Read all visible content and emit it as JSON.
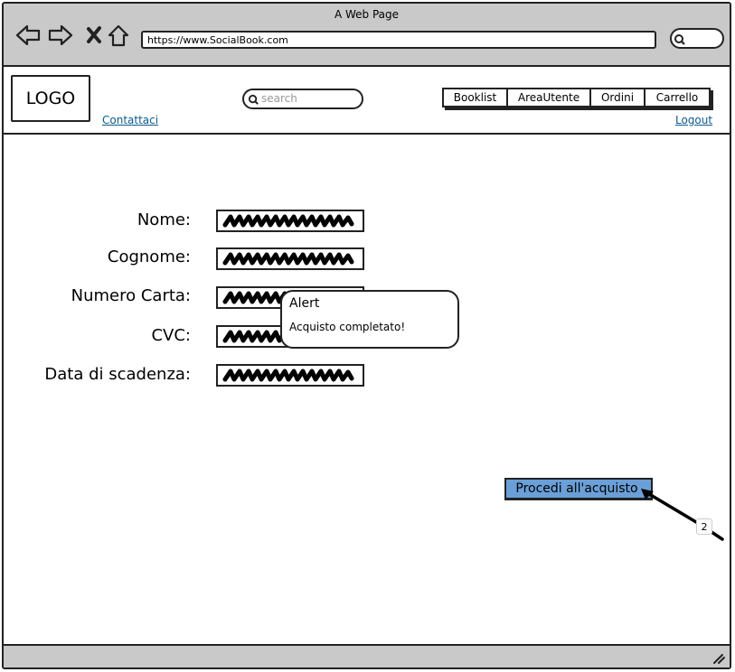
{
  "window": {
    "title": "A Web Page"
  },
  "browser": {
    "url": "https://www.SocialBook.com",
    "back_icon": "back-arrow-icon",
    "forward_icon": "forward-arrow-icon",
    "stop_icon": "close-icon",
    "home_icon": "home-icon",
    "search_icon": "search-icon"
  },
  "header": {
    "logo": "LOGO",
    "contact_link": "Contattaci",
    "search_placeholder": "search",
    "logout_link": "Logout",
    "nav": [
      "Booklist",
      "AreaUtente",
      "Ordini",
      "Carrello"
    ]
  },
  "form": {
    "fields": [
      {
        "label": "Nome:"
      },
      {
        "label": "Cognome:"
      },
      {
        "label": "Numero Carta:"
      },
      {
        "label": "CVC:"
      },
      {
        "label": "Data di scadenza:"
      }
    ]
  },
  "alert": {
    "title": "Alert",
    "message": "Acquisto completato!"
  },
  "buy_button": {
    "label": "Procedi all'acquisto"
  },
  "annotation": {
    "badge": "2"
  },
  "colors": {
    "chrome": "#c9c9c9",
    "button": "#6a9fd8",
    "link": "#0b5a8c",
    "outline": "#222222"
  }
}
